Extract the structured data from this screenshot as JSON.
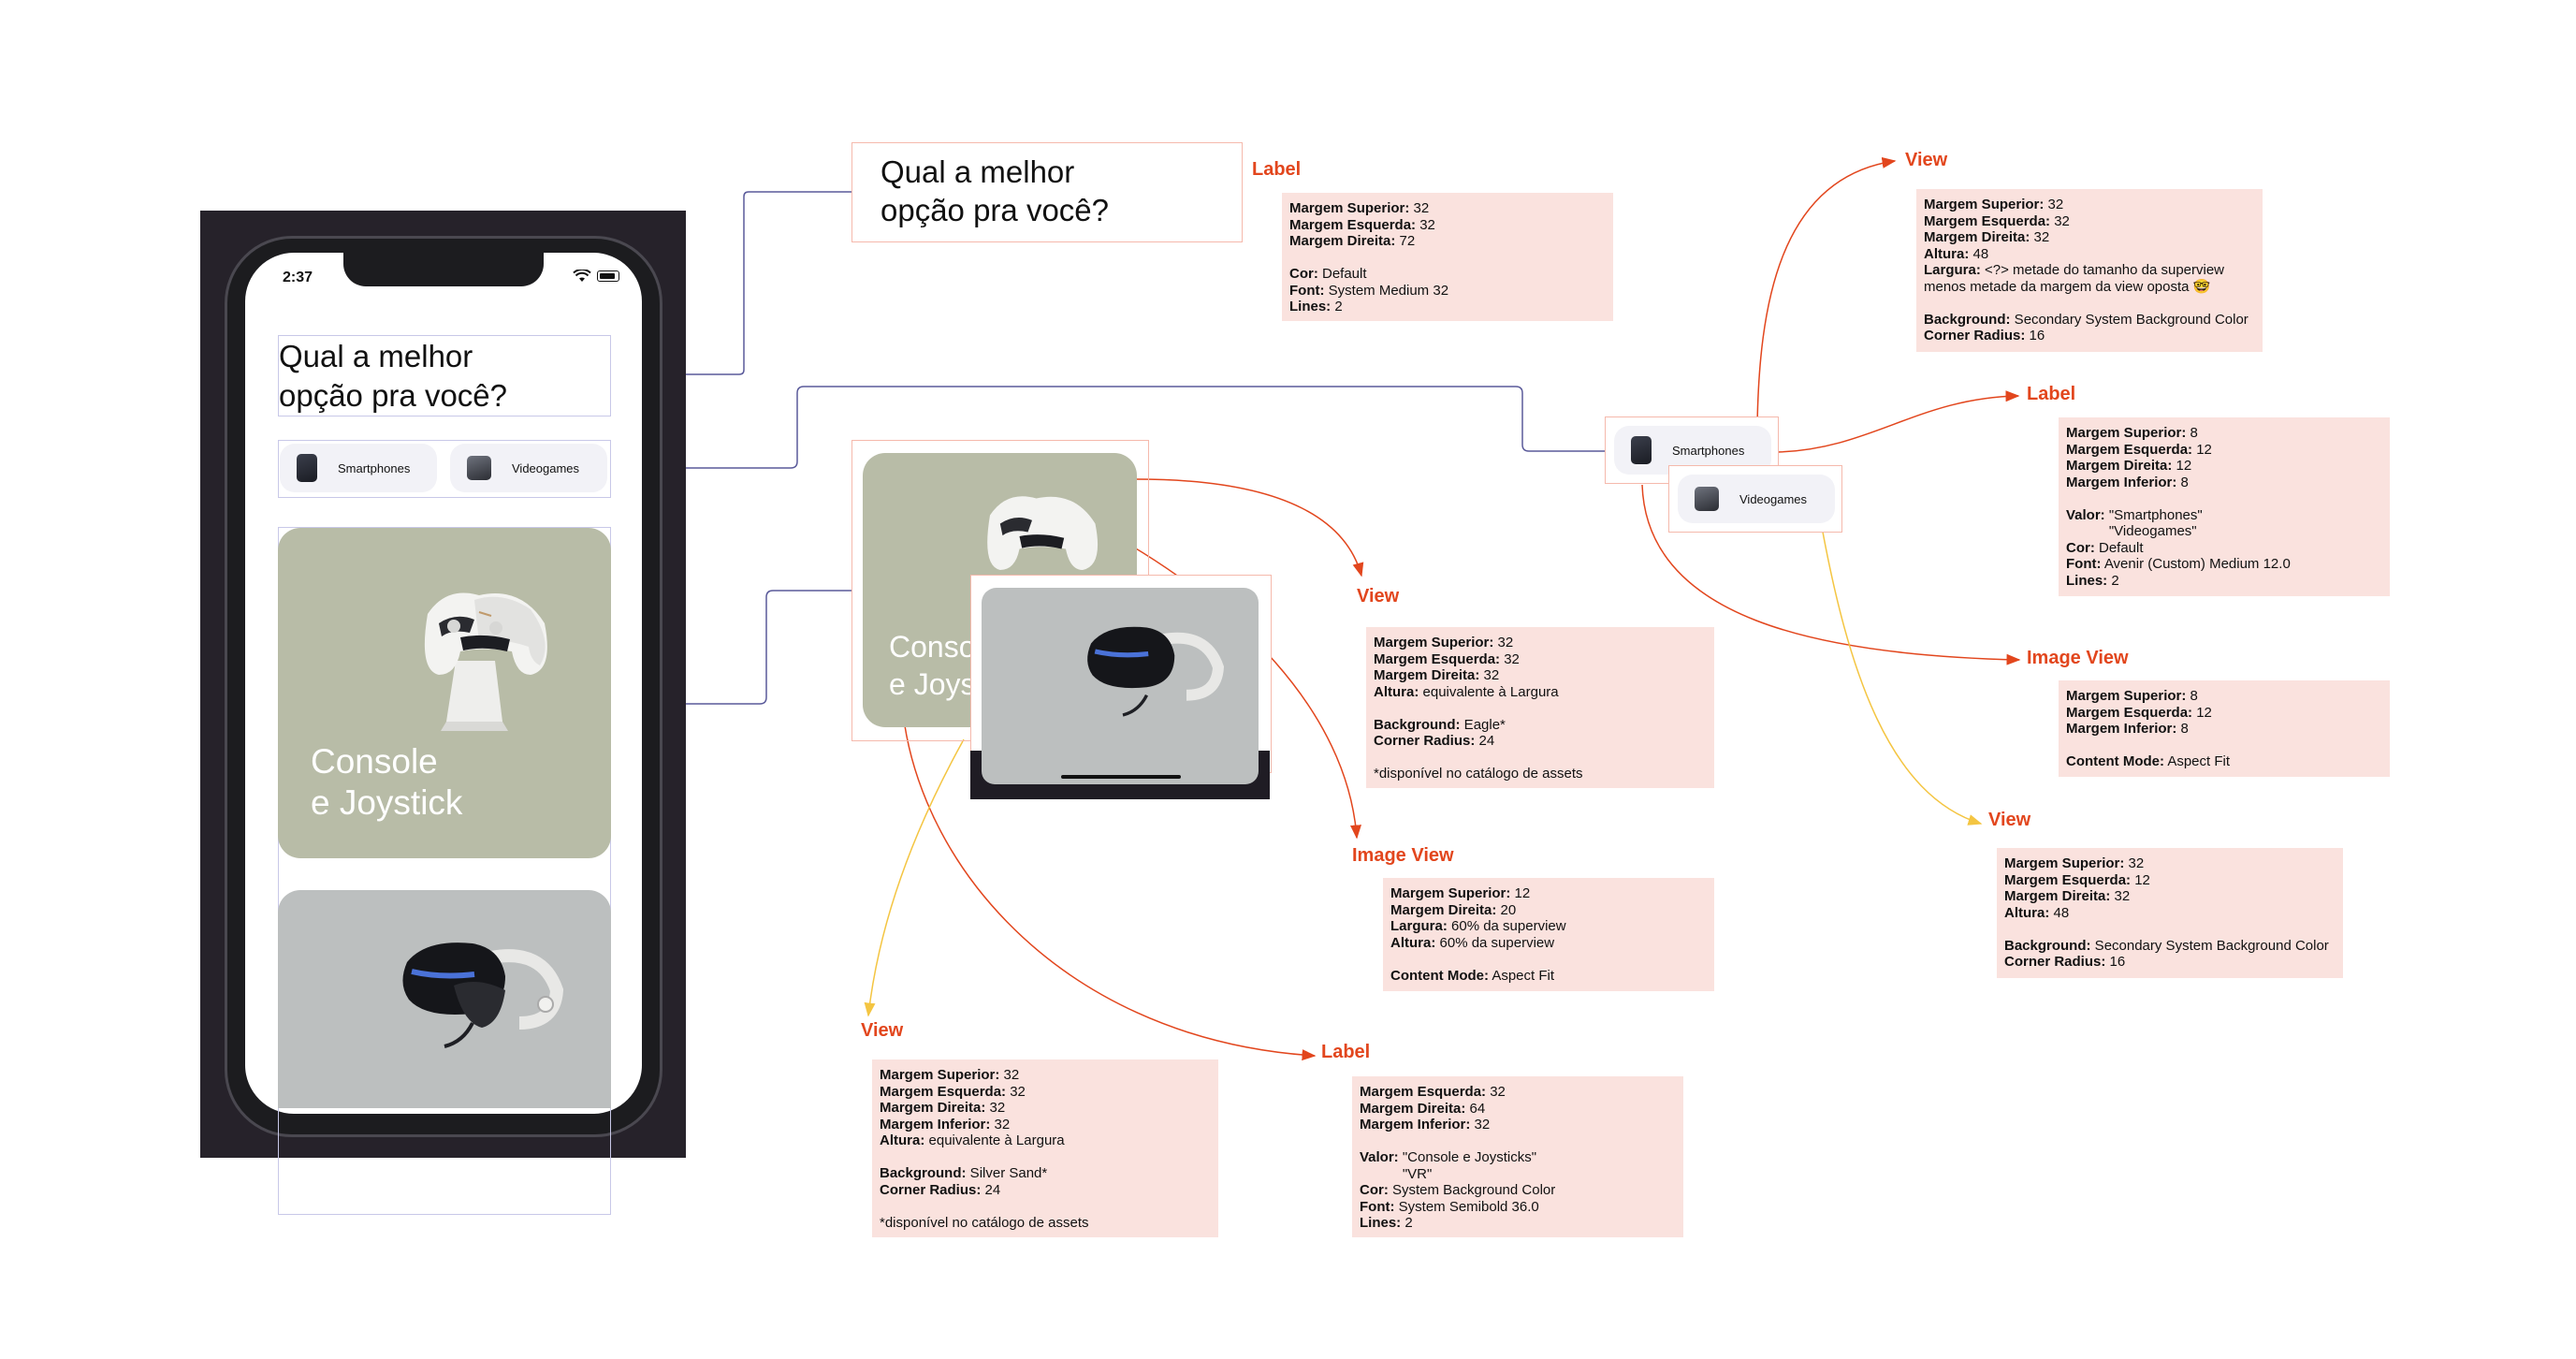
{
  "phone": {
    "time": "2:37",
    "heading_lines": [
      "Qual a melhor",
      "opção pra você?"
    ],
    "chips": [
      "Smartphones",
      "Videogames"
    ],
    "card_title_lines": [
      "Console",
      "e Joystick"
    ],
    "card_colors": {
      "console": "#b8bca7",
      "vr": "#bcbfbf"
    }
  },
  "zoom": {
    "heading_lines": [
      "Qual a melhor",
      "opção pra você?"
    ],
    "card_title_lines": [
      "Conso",
      "e Joys"
    ],
    "chips": [
      "Smartphones",
      "Videogames"
    ]
  },
  "annotations": [
    {
      "id": "label-heading",
      "tag": "Label",
      "rows": [
        [
          "Margem Superior:",
          " 32"
        ],
        [
          "Margem Esquerda:",
          " 32"
        ],
        [
          "Margem Direita:",
          " 72"
        ],
        [
          "",
          ""
        ],
        [
          "Cor:",
          " Default"
        ],
        [
          "Font:",
          " System Medium 32"
        ],
        [
          "Lines:",
          " 2"
        ]
      ]
    },
    {
      "id": "view-chip",
      "tag": "View",
      "rows": [
        [
          "Margem Superior:",
          " 32"
        ],
        [
          "Margem Esquerda:",
          " 32"
        ],
        [
          "Margem Direita:",
          " 32"
        ],
        [
          "Altura:",
          " 48"
        ],
        [
          "Largura:",
          " <?> metade do tamanho da superview"
        ],
        [
          "",
          "menos metade da margem da view oposta 🤓"
        ],
        [
          "",
          ""
        ],
        [
          "Background:",
          " Secondary System Background Color"
        ],
        [
          "Corner Radius:",
          " 16"
        ]
      ]
    },
    {
      "id": "label-chip",
      "tag": "Label",
      "rows": [
        [
          "Margem Superior:",
          " 8"
        ],
        [
          "Margem Esquerda:",
          " 12"
        ],
        [
          "Margem Direita:",
          " 12"
        ],
        [
          "Margem Inferior:",
          " 8"
        ],
        [
          "",
          ""
        ],
        [
          "Valor:",
          " \"Smartphones\""
        ],
        [
          "",
          "           \"Videogames\""
        ],
        [
          "Cor:",
          " Default"
        ],
        [
          "Font:",
          " Avenir (Custom) Medium 12.0"
        ],
        [
          "Lines:",
          " 2"
        ]
      ]
    },
    {
      "id": "image-chip",
      "tag": "Image View",
      "rows": [
        [
          "Margem Superior:",
          " 8"
        ],
        [
          "Margem Esquerda:",
          " 12"
        ],
        [
          "Margem Inferior:",
          " 8"
        ],
        [
          "",
          ""
        ],
        [
          "Content Mode:",
          " Aspect Fit"
        ]
      ]
    },
    {
      "id": "view-chip-2",
      "tag": "View",
      "rows": [
        [
          "Margem Superior:",
          " 32"
        ],
        [
          "Margem Esquerda:",
          " 12"
        ],
        [
          "Margem Direita:",
          " 32"
        ],
        [
          "Altura:",
          " 48"
        ],
        [
          "",
          ""
        ],
        [
          "Background:",
          " Secondary System Background Color"
        ],
        [
          "Corner Radius:",
          " 16"
        ]
      ]
    },
    {
      "id": "view-card",
      "tag": "View",
      "rows": [
        [
          "Margem Superior:",
          " 32"
        ],
        [
          "Margem Esquerda:",
          " 32"
        ],
        [
          "Margem Direita:",
          " 32"
        ],
        [
          "Altura:",
          " equivalente à Largura"
        ],
        [
          "",
          ""
        ],
        [
          "Background:",
          " Eagle*"
        ],
        [
          "Corner Radius:",
          " 24"
        ],
        [
          "",
          ""
        ],
        [
          "",
          "*disponível no catálogo de assets"
        ]
      ]
    },
    {
      "id": "image-card",
      "tag": "Image View",
      "rows": [
        [
          "Margem Superior:",
          " 12"
        ],
        [
          "Margem Direita:",
          " 20"
        ],
        [
          "Largura:",
          " 60% da superview"
        ],
        [
          "Altura:",
          " 60% da superview"
        ],
        [
          "",
          ""
        ],
        [
          "Content Mode:",
          " Aspect Fit"
        ]
      ]
    },
    {
      "id": "view-card-2",
      "tag": "View",
      "rows": [
        [
          "Margem Superior:",
          " 32"
        ],
        [
          "Margem Esquerda:",
          " 32"
        ],
        [
          "Margem Direita:",
          " 32"
        ],
        [
          "Margem Inferior:",
          " 32"
        ],
        [
          "Altura:",
          " equivalente à Largura"
        ],
        [
          "",
          ""
        ],
        [
          "Background:",
          " Silver Sand*"
        ],
        [
          "Corner Radius:",
          " 24"
        ],
        [
          "",
          ""
        ],
        [
          "",
          "*disponível no catálogo de assets"
        ]
      ]
    },
    {
      "id": "label-card",
      "tag": "Label",
      "rows": [
        [
          "Margem Esquerda:",
          " 32"
        ],
        [
          "Margem Direita:",
          " 64"
        ],
        [
          "Margem Inferior:",
          " 32"
        ],
        [
          "",
          ""
        ],
        [
          "Valor:",
          " \"Console e Joysticks\""
        ],
        [
          "",
          "           \"VR\""
        ],
        [
          "Cor:",
          " System Background Color"
        ],
        [
          "Font:",
          " System Semibold 36.0"
        ],
        [
          "Lines:",
          " 2"
        ]
      ]
    }
  ],
  "colors": {
    "accent": "#e2461d",
    "spec_bg": "#fae2de",
    "guide_blue": "#5a5a9a",
    "arrow_yellow": "#f4c542"
  }
}
